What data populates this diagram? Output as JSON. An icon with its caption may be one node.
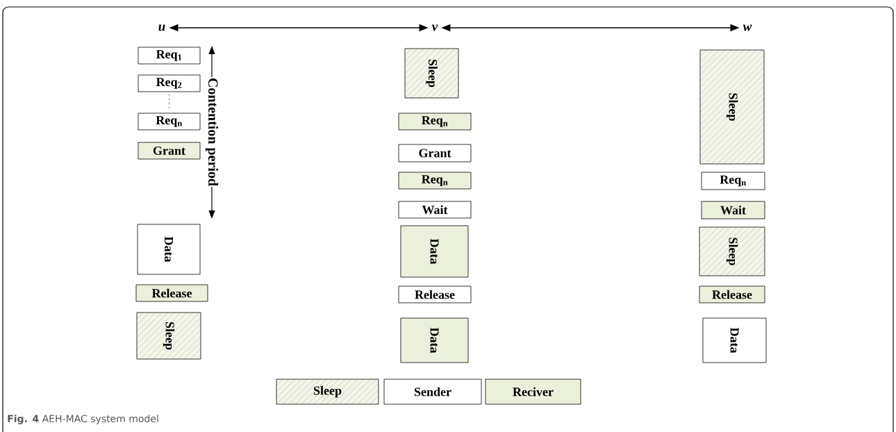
{
  "diagram": {
    "caption": "**Fig. 4** AEH-MAC system model",
    "nodes": [
      {
        "text": [
          "u"
        ]
      },
      {
        "text": [
          "v"
        ]
      },
      {
        "text": [
          "w"
        ]
      },
      {
        "text": [
          "Req$_{1}$"
        ]
      },
      {
        "text": [
          "Req$_{2}$"
        ]
      },
      {
        "text": [
          "Req$_{n}$"
        ]
      },
      {
        "text": [
          "Grant"
        ]
      },
      {
        "text": [
          "Data"
        ]
      },
      {
        "text": [
          "Release"
        ]
      },
      {
        "text": [
          "Sleep"
        ]
      },
      {
        "text": [
          "Sleep"
        ]
      },
      {
        "text": [
          "Req$_{n}$"
        ]
      },
      {
        "text": [
          "Grant"
        ]
      },
      {
        "text": [
          "Req$_{n}$"
        ]
      },
      {
        "text": [
          "Wait"
        ]
      },
      {
        "text": [
          "Data"
        ]
      },
      {
        "text": [
          "Release"
        ]
      },
      {
        "text": [
          "Data"
        ]
      },
      {
        "text": [
          "Sleep"
        ]
      },
      {
        "text": [
          "Req$_{n}$"
        ]
      },
      {
        "text": [
          "Wait"
        ]
      },
      {
        "text": [
          "Sleep"
        ]
      },
      {
        "text": [
          "Release"
        ]
      },
      {
        "text": [
          "Data"
        ]
      }
    ],
    "edges": [
      {
        "from": 0,
        "to": 1,
        "arrow": "both"
      },
      {
        "from": 1,
        "to": 2,
        "arrow": "both"
      },
      {
        "from": 4,
        "to": 5,
        "arrow": "none",
        "style": "dashed"
      }
    ],
    "labels": [
      "Contention period"
    ],
    "legend": [
      {
        "text": "Sleep"
      },
      {
        "text": "Sender"
      },
      {
        "text": "Reciver",
        "color": "#ebf0dc"
      }
    ]
  }
}
